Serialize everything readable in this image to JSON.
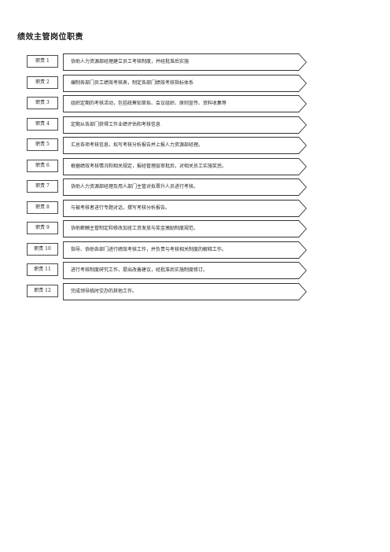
{
  "document": {
    "title": "绩效主管岗位职责"
  },
  "duties": [
    {
      "tag": "职责 1",
      "text": "协助人力资源部经理建立员工考核制度，并经批准后实施"
    },
    {
      "tag": "职责 2",
      "text": "编制各部门员工绩效考核表，制定各部门绩效考核指标体系"
    },
    {
      "tag": "职责 3",
      "text": "组织定期的考核活动，包括统筹知草拟、会议组织、原则宣传、资料收集等"
    },
    {
      "tag": "职责 4",
      "text": "定期从各部门获得工作业绩评估和考核信息"
    },
    {
      "tag": "职责 5",
      "text": "汇总各项考核信息，拟写考核分析报告并上报人力资源部经理。"
    },
    {
      "tag": "职责 6",
      "text": "根据绩效考核情况和相关规定，报经管理层审批后，对相关员工实施奖惩。"
    },
    {
      "tag": "职责 7",
      "text": "协助人力资源部经理及用人部门主管对拟晋升人员进行考核。"
    },
    {
      "tag": "职责 8",
      "text": "与被考核者进行专题对话，撰写考核分析报告。"
    },
    {
      "tag": "职责 9",
      "text": "协助薪酬主管制定和修改加班工资发放与奖金激励制度规范。"
    },
    {
      "tag": "职责 10",
      "text": "指导、协助各部门进行绩效考核工作，并负责与考核相关制度的解释工作。"
    },
    {
      "tag": "职责 11",
      "text": "进行考核制度研究工作，提出改善建议，经批准后实施制度修订。"
    },
    {
      "tag": "职责 12",
      "text": "完成领导临时交办的其他工作。"
    }
  ]
}
